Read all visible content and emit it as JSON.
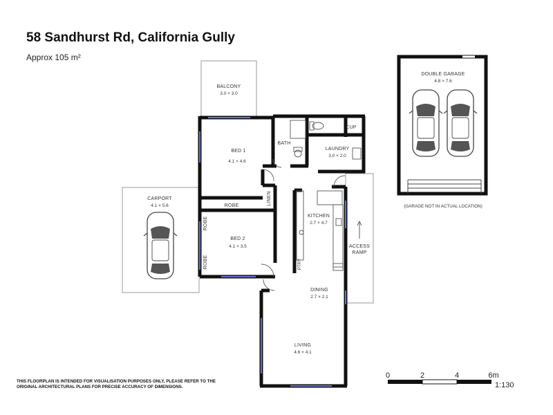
{
  "header": {
    "title": "58 Sandhurst Rd, California Gully",
    "area": "Approx 105 m²"
  },
  "disclaimer": "This floorplan is intended for visualisation purposes only, please refer to the original architectural plans for precise accuracy of dimensions.",
  "rooms": {
    "balcony": {
      "name": "BALCONY",
      "dim": "3.0 × 3.0"
    },
    "bed1": {
      "name": "BED 1",
      "dim": "4.1 × 4.6"
    },
    "bath": {
      "name": "BATH"
    },
    "cup": {
      "name": "CUP"
    },
    "laundry": {
      "name": "LAUNDRY",
      "dim": "3.0 × 2.0"
    },
    "carport": {
      "name": "CARPORT",
      "dim": "4.1 × 5.6"
    },
    "robe1": {
      "name": "ROBE"
    },
    "linen": {
      "name": "LINEN"
    },
    "kitchen": {
      "name": "KITCHEN",
      "dim": "2.7 × 4.7"
    },
    "robe2": {
      "name": "ROBE"
    },
    "robe3": {
      "name": "ROBE"
    },
    "bed2": {
      "name": "BED 2",
      "dim": "4.1 × 3.5"
    },
    "ptry": {
      "name": "PTRY"
    },
    "access_ramp": {
      "line1": "ACCESS",
      "line2": "RAMP"
    },
    "dining": {
      "name": "DINING",
      "dim": "2.7 × 2.1"
    },
    "living": {
      "name": "LIVING",
      "dim": "4.6 × 4.1"
    },
    "double_garage": {
      "name": "DOUBLE GARAGE",
      "dim": "4.8 × 7.6"
    }
  },
  "garage_note": "(GARAGE NOT IN ACTUAL LOCATION)",
  "scale": {
    "ticks": [
      "0",
      "2",
      "4",
      "6m"
    ],
    "ratio": "1:130"
  },
  "colors": {
    "wall": "#111111",
    "window": "#6b6bd6",
    "outline": "#888888"
  }
}
